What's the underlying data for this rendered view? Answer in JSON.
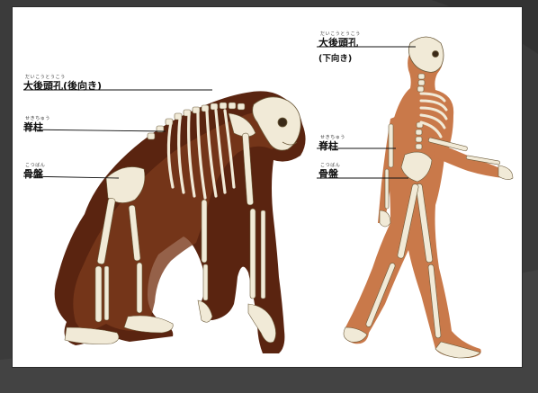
{
  "colors": {
    "background": "#3a3a3a",
    "card": "#ffffff",
    "fur": "#5a2410",
    "skin": "#c9794a",
    "bone": "#f1ead7",
    "line": "#111111"
  },
  "ape": {
    "foramen": {
      "ruby": "だいこうとうこう",
      "text": "大後頭孔(後向き)"
    },
    "spine": {
      "ruby": "せきちゅう",
      "text": "脊柱"
    },
    "pelvis": {
      "ruby": "こつばん",
      "text": "骨盤"
    }
  },
  "human": {
    "foramen": {
      "ruby": "だいこうとうこう",
      "text": "大後頭孔",
      "sub": "(下向き)"
    },
    "spine": {
      "ruby": "せきちゅう",
      "text": "脊柱"
    },
    "pelvis": {
      "ruby": "こつばん",
      "text": "骨盤"
    }
  }
}
